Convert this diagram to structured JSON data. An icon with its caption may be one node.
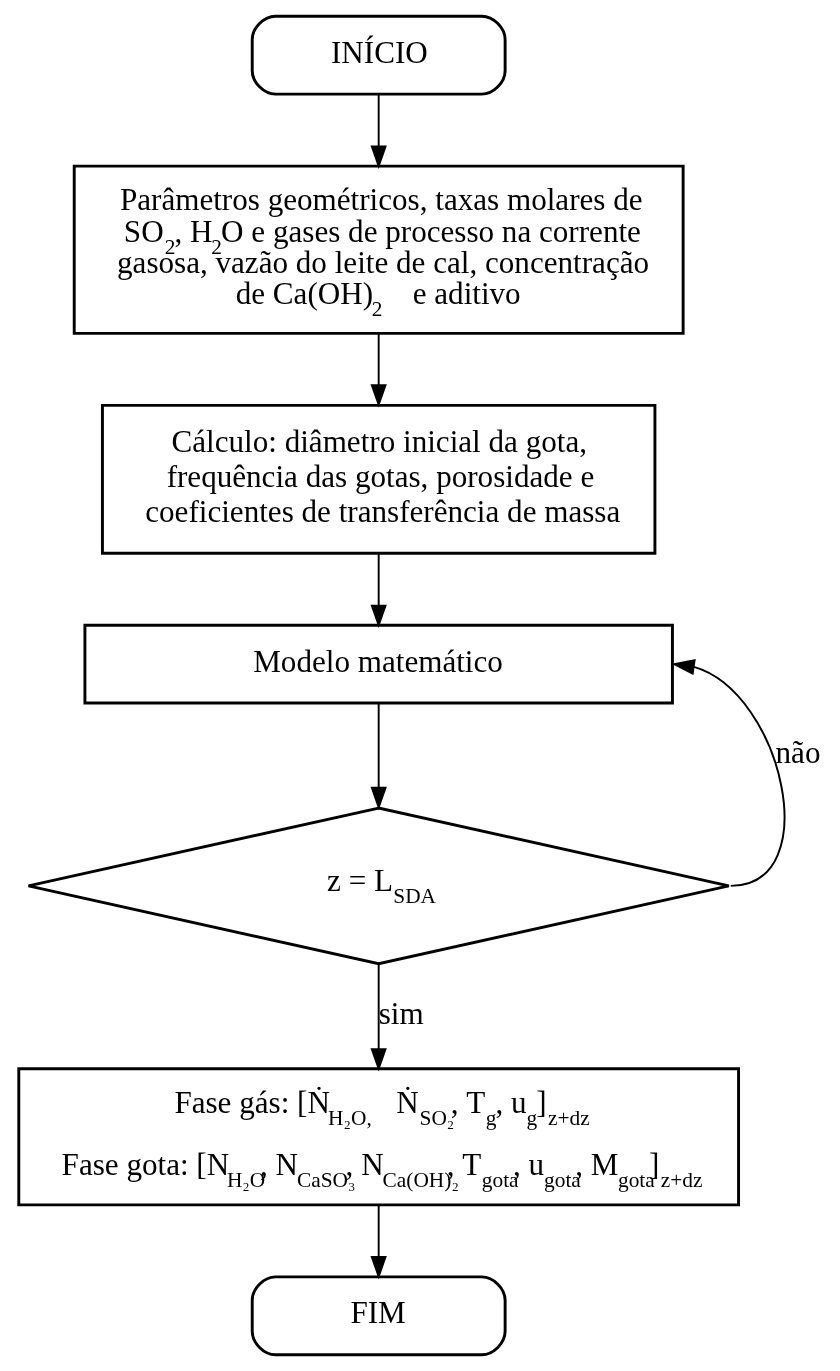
{
  "diagram": {
    "nodes": [
      {
        "text": [
          "INÍCIO"
        ]
      },
      {
        "text": [
          "Parâmetros geométricos, taxas molares de SO$_{2}$, H$_{2}$O e gases de processo na corrente gasosa, vazão do leite de cal, concentração de Ca(OH)$_{2}$ e aditivo"
        ]
      },
      {
        "text": [
          "Cálculo: diâmetro inicial da gota, frequência das gotas, porosidade e coeficientes de transferência de massa"
        ]
      },
      {
        "text": [
          "Modelo matemático"
        ]
      },
      {
        "text": [
          "z = L$_{SDA}$"
        ]
      },
      {
        "text": [
          "Fase gás: [Ṅ$_{H₂O,}$ Ṅ$_{SO₂}$, T$_{g}$, u$_{g}$]$_{z+dz}$",
          "Fase gota: [N$_{H₂O}$, N$_{CaSO₃}$, N$_{Ca(OH)₂}$, T$_{gota}$, u$_{gota}$, M$_{gota}$]$_{z+dz}$"
        ]
      },
      {
        "text": [
          "FIM"
        ]
      }
    ],
    "edges": [
      {
        "from": 0,
        "to": 1,
        "arrow": "to"
      },
      {
        "from": 1,
        "to": 2,
        "arrow": "to"
      },
      {
        "from": 2,
        "to": 3,
        "arrow": "to"
      },
      {
        "from": 3,
        "to": 4,
        "arrow": "to"
      },
      {
        "from": 4,
        "to": 3,
        "arrow": "to",
        "label": "não"
      },
      {
        "from": 4,
        "to": 5,
        "arrow": "to",
        "label": "sim"
      },
      {
        "from": 5,
        "to": 6,
        "arrow": "to"
      }
    ]
  }
}
